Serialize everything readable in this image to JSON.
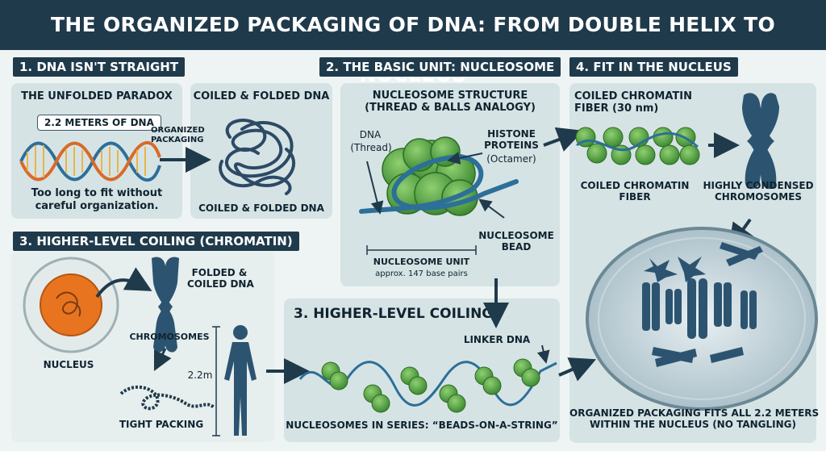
{
  "title": "THE ORGANIZED PACKAGING OF DNA: FROM DOUBLE HELIX TO NUCLEUS",
  "sections": {
    "s1": "1. DNA ISN'T STRAIGHT",
    "s2": "2. THE BASIC UNIT: NUCLEOSOME",
    "s3a": "3. HIGHER-LEVEL COILING (CHROMATIN)",
    "s3b": "3. HIGHER-LEVEL COILING",
    "s4": "4. FIT IN THE NUCLEUS"
  },
  "p1": {
    "heading": "THE UNFOLDED PARADOX",
    "callout": "2.2 METERS OF DNA",
    "arrow_label": "ORGANIZED\nPACKAGING",
    "caption": "Too long to fit without\ncareful organization."
  },
  "p1b": {
    "heading": "COILED & FOLDED DNA",
    "caption": "COILED & FOLDED DNA"
  },
  "p2": {
    "heading": "NUCLEOSOME STRUCTURE\n(THREAD & BALLS ANALOGY)",
    "dna_label": "DNA",
    "dna_sub": "(Thread)",
    "histone": "HISTONE\nPROTEINS",
    "histone_sub": "(Octamer)",
    "bead": "NUCLEOSOME\nBEAD",
    "unit": "NUCLEOSOME UNIT",
    "unit_sub": "approx. 147 base pairs"
  },
  "p3a": {
    "nucleus": "NUCLEUS",
    "folded": "FOLDED &\nCOILED DNA",
    "chromosomes": "CHROMOSOMES",
    "tight": "TIGHT PACKING",
    "length": "2.2m"
  },
  "p3b": {
    "linker": "LINKER DNA",
    "caption": "NUCLEOSOMES IN SERIES: “BEADS-ON-A-STRING”"
  },
  "p4": {
    "fiber_heading": "COILED CHROMATIN\nFIBER (30 nm)",
    "fiber_caption": "COILED CHROMATIN\nFIBER",
    "condensed": "HIGHLY CONDENSED\nCHROMOSOMES",
    "caption": "ORGANIZED PACKAGING FITS ALL 2.2 METERS\nWITHIN THE NUCLEUS (NO TANGLING)"
  },
  "colors": {
    "header": "#1f3a4b",
    "panel": "#d6e3e4",
    "histone_green": "#5aa146",
    "dna_blue": "#2c6f99",
    "nucleus_orange": "#e8741f"
  }
}
